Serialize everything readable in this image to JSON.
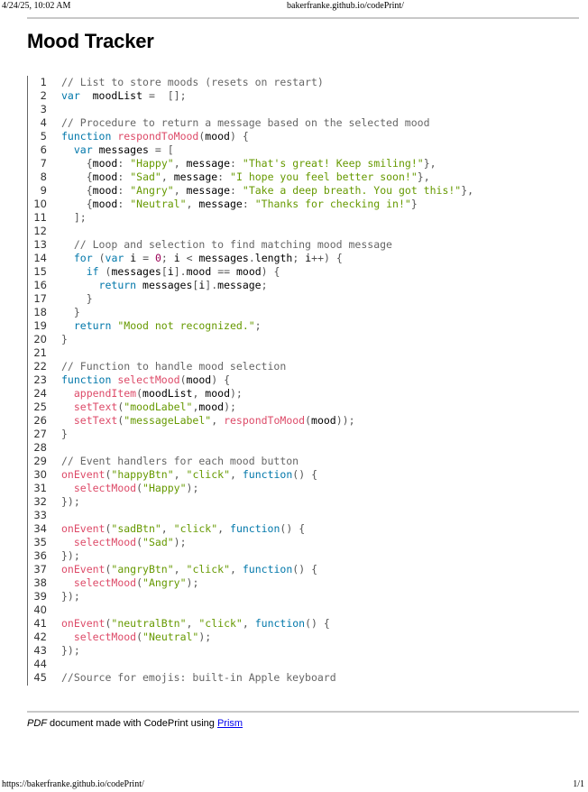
{
  "print_header": {
    "datetime": "4/24/25, 10:02 AM",
    "url": "bakerfranke.github.io/codePrint/"
  },
  "title": "Mood Tracker",
  "code_lines": [
    [
      [
        "cm",
        "// List to store moods (resets on restart)"
      ]
    ],
    [
      [
        "kw",
        "var"
      ],
      [
        "",
        "  moodList "
      ],
      [
        "op",
        "="
      ],
      [
        "",
        "  "
      ],
      [
        "pu",
        "[];"
      ]
    ],
    [],
    [
      [
        "cm",
        "// Procedure to return a message based on the selected mood"
      ]
    ],
    [
      [
        "kw",
        "function"
      ],
      [
        "",
        " "
      ],
      [
        "fn",
        "respondToMood"
      ],
      [
        "pu",
        "("
      ],
      [
        "",
        "mood"
      ],
      [
        "pu",
        ")"
      ],
      [
        "",
        " "
      ],
      [
        "pu",
        "{"
      ]
    ],
    [
      [
        "",
        "  "
      ],
      [
        "kw",
        "var"
      ],
      [
        "",
        " messages "
      ],
      [
        "op",
        "="
      ],
      [
        "",
        " "
      ],
      [
        "pu",
        "["
      ]
    ],
    [
      [
        "",
        "    "
      ],
      [
        "pu",
        "{"
      ],
      [
        "",
        "mood"
      ],
      [
        "op",
        ":"
      ],
      [
        "",
        " "
      ],
      [
        "st",
        "\"Happy\""
      ],
      [
        "pu",
        ","
      ],
      [
        "",
        " message"
      ],
      [
        "op",
        ":"
      ],
      [
        "",
        " "
      ],
      [
        "st",
        "\"That's great! Keep smiling!\""
      ],
      [
        "pu",
        "},"
      ]
    ],
    [
      [
        "",
        "    "
      ],
      [
        "pu",
        "{"
      ],
      [
        "",
        "mood"
      ],
      [
        "op",
        ":"
      ],
      [
        "",
        " "
      ],
      [
        "st",
        "\"Sad\""
      ],
      [
        "pu",
        ","
      ],
      [
        "",
        " message"
      ],
      [
        "op",
        ":"
      ],
      [
        "",
        " "
      ],
      [
        "st",
        "\"I hope you feel better soon!\""
      ],
      [
        "pu",
        "},"
      ]
    ],
    [
      [
        "",
        "    "
      ],
      [
        "pu",
        "{"
      ],
      [
        "",
        "mood"
      ],
      [
        "op",
        ":"
      ],
      [
        "",
        " "
      ],
      [
        "st",
        "\"Angry\""
      ],
      [
        "pu",
        ","
      ],
      [
        "",
        " message"
      ],
      [
        "op",
        ":"
      ],
      [
        "",
        " "
      ],
      [
        "st",
        "\"Take a deep breath. You got this!\""
      ],
      [
        "pu",
        "},"
      ]
    ],
    [
      [
        "",
        "    "
      ],
      [
        "pu",
        "{"
      ],
      [
        "",
        "mood"
      ],
      [
        "op",
        ":"
      ],
      [
        "",
        " "
      ],
      [
        "st",
        "\"Neutral\""
      ],
      [
        "pu",
        ","
      ],
      [
        "",
        " message"
      ],
      [
        "op",
        ":"
      ],
      [
        "",
        " "
      ],
      [
        "st",
        "\"Thanks for checking in!\""
      ],
      [
        "pu",
        "}"
      ]
    ],
    [
      [
        "",
        "  "
      ],
      [
        "pu",
        "];"
      ]
    ],
    [],
    [
      [
        "",
        "  "
      ],
      [
        "cm",
        "// Loop and selection to find matching mood message"
      ]
    ],
    [
      [
        "",
        "  "
      ],
      [
        "kw",
        "for"
      ],
      [
        "",
        " "
      ],
      [
        "pu",
        "("
      ],
      [
        "kw",
        "var"
      ],
      [
        "",
        " i "
      ],
      [
        "op",
        "="
      ],
      [
        "",
        " "
      ],
      [
        "nu",
        "0"
      ],
      [
        "pu",
        ";"
      ],
      [
        "",
        " i "
      ],
      [
        "op",
        "<"
      ],
      [
        "",
        " messages"
      ],
      [
        "pu",
        "."
      ],
      [
        "",
        "length"
      ],
      [
        "pu",
        ";"
      ],
      [
        "",
        " i"
      ],
      [
        "op",
        "++"
      ],
      [
        "pu",
        ")"
      ],
      [
        "",
        " "
      ],
      [
        "pu",
        "{"
      ]
    ],
    [
      [
        "",
        "    "
      ],
      [
        "kw",
        "if"
      ],
      [
        "",
        " "
      ],
      [
        "pu",
        "("
      ],
      [
        "",
        "messages"
      ],
      [
        "pu",
        "["
      ],
      [
        "",
        "i"
      ],
      [
        "pu",
        "]."
      ],
      [
        "",
        "mood "
      ],
      [
        "op",
        "=="
      ],
      [
        "",
        " mood"
      ],
      [
        "pu",
        ")"
      ],
      [
        "",
        " "
      ],
      [
        "pu",
        "{"
      ]
    ],
    [
      [
        "",
        "      "
      ],
      [
        "kw",
        "return"
      ],
      [
        "",
        " messages"
      ],
      [
        "pu",
        "["
      ],
      [
        "",
        "i"
      ],
      [
        "pu",
        "]."
      ],
      [
        "",
        "message"
      ],
      [
        "pu",
        ";"
      ]
    ],
    [
      [
        "",
        "    "
      ],
      [
        "pu",
        "}"
      ]
    ],
    [
      [
        "",
        "  "
      ],
      [
        "pu",
        "}"
      ]
    ],
    [
      [
        "",
        "  "
      ],
      [
        "kw",
        "return"
      ],
      [
        "",
        " "
      ],
      [
        "st",
        "\"Mood not recognized.\""
      ],
      [
        "pu",
        ";"
      ]
    ],
    [
      [
        "pu",
        "}"
      ]
    ],
    [],
    [
      [
        "cm",
        "// Function to handle mood selection"
      ]
    ],
    [
      [
        "kw",
        "function"
      ],
      [
        "",
        " "
      ],
      [
        "fn",
        "selectMood"
      ],
      [
        "pu",
        "("
      ],
      [
        "",
        "mood"
      ],
      [
        "pu",
        ")"
      ],
      [
        "",
        " "
      ],
      [
        "pu",
        "{"
      ]
    ],
    [
      [
        "",
        "  "
      ],
      [
        "fn",
        "appendItem"
      ],
      [
        "pu",
        "("
      ],
      [
        "",
        "moodList"
      ],
      [
        "pu",
        ","
      ],
      [
        "",
        " mood"
      ],
      [
        "pu",
        ");"
      ]
    ],
    [
      [
        "",
        "  "
      ],
      [
        "fn",
        "setText"
      ],
      [
        "pu",
        "("
      ],
      [
        "st",
        "\"moodLabel\""
      ],
      [
        "pu",
        ","
      ],
      [
        "",
        "mood"
      ],
      [
        "pu",
        ");"
      ]
    ],
    [
      [
        "",
        "  "
      ],
      [
        "fn",
        "setText"
      ],
      [
        "pu",
        "("
      ],
      [
        "st",
        "\"messageLabel\""
      ],
      [
        "pu",
        ","
      ],
      [
        "",
        " "
      ],
      [
        "fn",
        "respondToMood"
      ],
      [
        "pu",
        "("
      ],
      [
        "",
        "mood"
      ],
      [
        "pu",
        "));"
      ]
    ],
    [
      [
        "pu",
        "}"
      ]
    ],
    [],
    [
      [
        "cm",
        "// Event handlers for each mood button"
      ]
    ],
    [
      [
        "fn",
        "onEvent"
      ],
      [
        "pu",
        "("
      ],
      [
        "st",
        "\"happyBtn\""
      ],
      [
        "pu",
        ","
      ],
      [
        "",
        " "
      ],
      [
        "st",
        "\"click\""
      ],
      [
        "pu",
        ","
      ],
      [
        "",
        " "
      ],
      [
        "kw",
        "function"
      ],
      [
        "pu",
        "()"
      ],
      [
        "",
        " "
      ],
      [
        "pu",
        "{"
      ]
    ],
    [
      [
        "",
        "  "
      ],
      [
        "fn",
        "selectMood"
      ],
      [
        "pu",
        "("
      ],
      [
        "st",
        "\"Happy\""
      ],
      [
        "pu",
        ");"
      ]
    ],
    [
      [
        "pu",
        "});"
      ]
    ],
    [],
    [
      [
        "fn",
        "onEvent"
      ],
      [
        "pu",
        "("
      ],
      [
        "st",
        "\"sadBtn\""
      ],
      [
        "pu",
        ","
      ],
      [
        "",
        " "
      ],
      [
        "st",
        "\"click\""
      ],
      [
        "pu",
        ","
      ],
      [
        "",
        " "
      ],
      [
        "kw",
        "function"
      ],
      [
        "pu",
        "()"
      ],
      [
        "",
        " "
      ],
      [
        "pu",
        "{"
      ]
    ],
    [
      [
        "",
        "  "
      ],
      [
        "fn",
        "selectMood"
      ],
      [
        "pu",
        "("
      ],
      [
        "st",
        "\"Sad\""
      ],
      [
        "pu",
        ");"
      ]
    ],
    [
      [
        "pu",
        "});"
      ]
    ],
    [
      [
        "fn",
        "onEvent"
      ],
      [
        "pu",
        "("
      ],
      [
        "st",
        "\"angryBtn\""
      ],
      [
        "pu",
        ","
      ],
      [
        "",
        " "
      ],
      [
        "st",
        "\"click\""
      ],
      [
        "pu",
        ","
      ],
      [
        "",
        " "
      ],
      [
        "kw",
        "function"
      ],
      [
        "pu",
        "()"
      ],
      [
        "",
        " "
      ],
      [
        "pu",
        "{"
      ]
    ],
    [
      [
        "",
        "  "
      ],
      [
        "fn",
        "selectMood"
      ],
      [
        "pu",
        "("
      ],
      [
        "st",
        "\"Angry\""
      ],
      [
        "pu",
        ");"
      ]
    ],
    [
      [
        "pu",
        "});"
      ]
    ],
    [],
    [
      [
        "fn",
        "onEvent"
      ],
      [
        "pu",
        "("
      ],
      [
        "st",
        "\"neutralBtn\""
      ],
      [
        "pu",
        ","
      ],
      [
        "",
        " "
      ],
      [
        "st",
        "\"click\""
      ],
      [
        "pu",
        ","
      ],
      [
        "",
        " "
      ],
      [
        "kw",
        "function"
      ],
      [
        "pu",
        "()"
      ],
      [
        "",
        " "
      ],
      [
        "pu",
        "{"
      ]
    ],
    [
      [
        "",
        "  "
      ],
      [
        "fn",
        "selectMood"
      ],
      [
        "pu",
        "("
      ],
      [
        "st",
        "\"Neutral\""
      ],
      [
        "pu",
        ");"
      ]
    ],
    [
      [
        "pu",
        "});"
      ]
    ],
    [],
    [
      [
        "cm",
        "//Source for emojis: built-in Apple keyboard"
      ]
    ]
  ],
  "footer": {
    "pdf": "PDF",
    "text": " document made with CodePrint using ",
    "link": "Prism"
  },
  "print_footer": {
    "url": "https://bakerfranke.github.io/codePrint/",
    "page": "1/1"
  }
}
